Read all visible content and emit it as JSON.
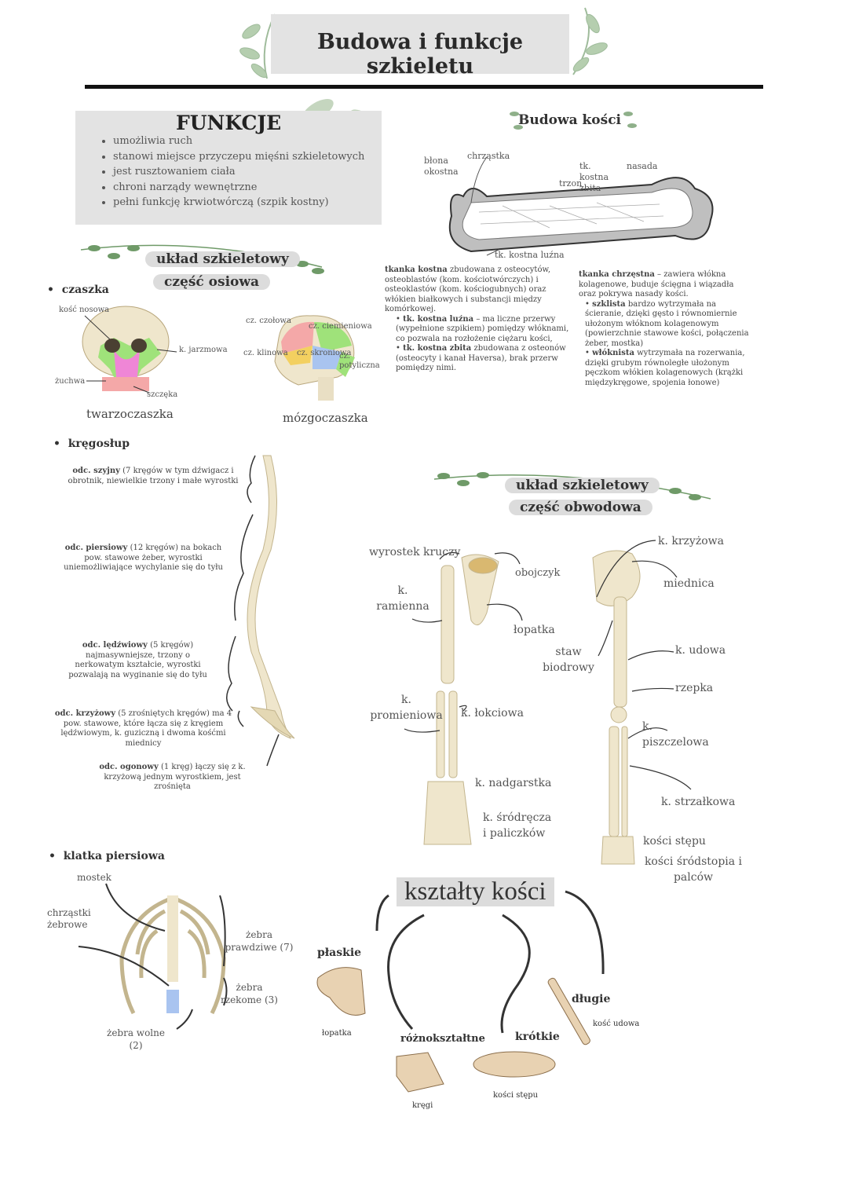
{
  "title": "Budowa i funkcje szkieletu",
  "funkcje": {
    "heading": "FUNKCJE",
    "items": [
      "umożliwia ruch",
      "stanowi miejsce przyczepu mięśni szkieletowych",
      "jest rusztowaniem ciała",
      "chroni narządy wewnętrzne",
      "pełni funkcję krwiotwórczą (szpik kostny)"
    ]
  },
  "budowa_kosci": {
    "heading": "Budowa kości",
    "labels": {
      "blona": "błona okostna",
      "chrzastka": "chrząstka",
      "tk_zbita": "tk. kostna zbita",
      "nasada": "nasada",
      "trzon": "trzon",
      "tk_lezna": "tk. kostna luźna"
    },
    "tkanka_kostna": {
      "term": "tkanka kostna",
      "text": "zbudowana z osteocytów, osteoblastów (kom. kościotwórczych) i osteoklastów (kom. kościogubnych) oraz włókien białkowych i substancji między komórkowej.",
      "lezna_term": "tk. kostna luźna",
      "lezna_text": "– ma liczne przerwy (wypełnione szpikiem) pomiędzy włóknami, co pozwala na rozłożenie ciężaru kości,",
      "zbita_term": "tk. kostna zbita",
      "zbita_text": "zbudowana z osteonów (osteocyty i kanał Haversa), brak przerw pomiędzy nimi."
    },
    "tkanka_chrzestna": {
      "term": "tkanka chrzęstna",
      "text": "– zawiera włókna kolagenowe, buduje ścięgna i wiązadła oraz pokrywa nasady kości.",
      "szklista_term": "szklista",
      "szklista_text": "bardzo wytrzymała na ścieranie, dzięki gęsto i równomiernie ułożonym włóknom kolagenowym (powierzchnie stawowe kości, połączenia żeber, mostka)",
      "wloknista_term": "włóknista",
      "wloknista_text": "wytrzymała na rozerwania, dzięki grubym równoległe ułożonym pęczkom włókien kolagenowych (krążki międzykręgowe, spojenia łonowe)"
    }
  },
  "osiowa": {
    "heading": "układ szkieletowy",
    "sub": "część osiowa",
    "czaszka": {
      "bullet": "czaszka",
      "kosc_nosowa": "kość nosowa",
      "k_jarzmowa": "k. jarzmowa",
      "zuchwa": "żuchwa",
      "szczeka": "szczęka",
      "twarzoczaszka": "twarzoczaszka",
      "cz_czolowa": "cz. czołowa",
      "cz_ciemieniowa": "cz. ciemieniowa",
      "cz_klinowa": "cz. klinowa",
      "cz_skroniowa": "cz. skroniowa",
      "cz_potyliczna": "cz. potyliczna",
      "mozgoczaszka": "mózgoczaszka"
    },
    "kregoslup": {
      "bullet": "kręgosłup",
      "szyjny_term": "odc. szyjny",
      "szyjny_text": "(7 kręgów w tym dźwigacz i obrotnik, niewielkie trzony i małe wyrostki",
      "piersiowy_term": "odc. piersiowy",
      "piersiowy_text": "(12 kręgów) na bokach pow. stawowe żeber, wyrostki uniemożliwiające wychylanie się do tyłu",
      "ledzwiowy_term": "odc. lędźwiowy",
      "ledzwiowy_text": "(5 kręgów) najmasywniejsze, trzony o nerkowatym kształcie, wyrostki pozwalają na wyginanie się do tyłu",
      "krzyzowy_term": "odc. krzyżowy",
      "krzyzowy_text": "(5 zrośniętych kręgów) ma 4 pow. stawowe, które łącza się z kręgiem lędźwiowym, k. guziczną i dwoma kośćmi miednicy",
      "ogonowy_term": "odc. ogonowy",
      "ogonowy_text": "(1 kręg) łączy się z k. krzyżową jednym wyrostkiem, jest zrośnięta"
    },
    "klatka": {
      "bullet": "klatka piersiowa",
      "mostek": "mostek",
      "chrzastki": "chrząstki żebrowe",
      "prawdziwe": "żebra prawdziwe (7)",
      "rzekome": "żebra rzekome (3)",
      "wolne": "żebra wolne (2)"
    }
  },
  "obwodowa": {
    "heading": "układ szkieletowy",
    "sub": "część obwodowa",
    "wyrostek": "wyrostek kruczy",
    "obojczyk": "obojczyk",
    "k_ramienna": "k. ramienna",
    "lopatka": "łopatka",
    "k_promieniowa": "k. promieniowa",
    "k_lokciowa": "k. łokciowa",
    "k_nadgarstka": "k. nadgarstka",
    "k_srodrecza": "k. śródręcza i paliczków",
    "k_krzyzowa": "k. krzyżowa",
    "miednica": "miednica",
    "staw": "staw biodrowy",
    "k_udowa": "k. udowa",
    "rzepka": "rzepka",
    "k_piszczelowa": "k. piszczelowa",
    "k_strzalkowa": "k. strzałkowa",
    "kosci_stepu": "kości stępu",
    "kosci_srodstopia": "kości śródstopia i palców"
  },
  "ksztalty": {
    "heading": "kształty kości",
    "plaskie": "płaskie",
    "plaskie_ex": "łopatka",
    "rozno": "różnokształtne",
    "rozno_ex": "kręgi",
    "krotkie": "krótkie",
    "krotkie_ex": "kości stępu",
    "dlugie": "długie",
    "dlugie_ex": "kość udowa"
  },
  "colors": {
    "pill": "#dcdcdc",
    "box": "#e3e3e3",
    "bone": "#efe6cc",
    "leaf": "#8fb08a",
    "frontal": "#f4a8a8",
    "parietal": "#9fe27a",
    "sphenoid": "#f3d060",
    "temporal": "#a9c4f0",
    "nasal_pink": "#ef86d6"
  }
}
